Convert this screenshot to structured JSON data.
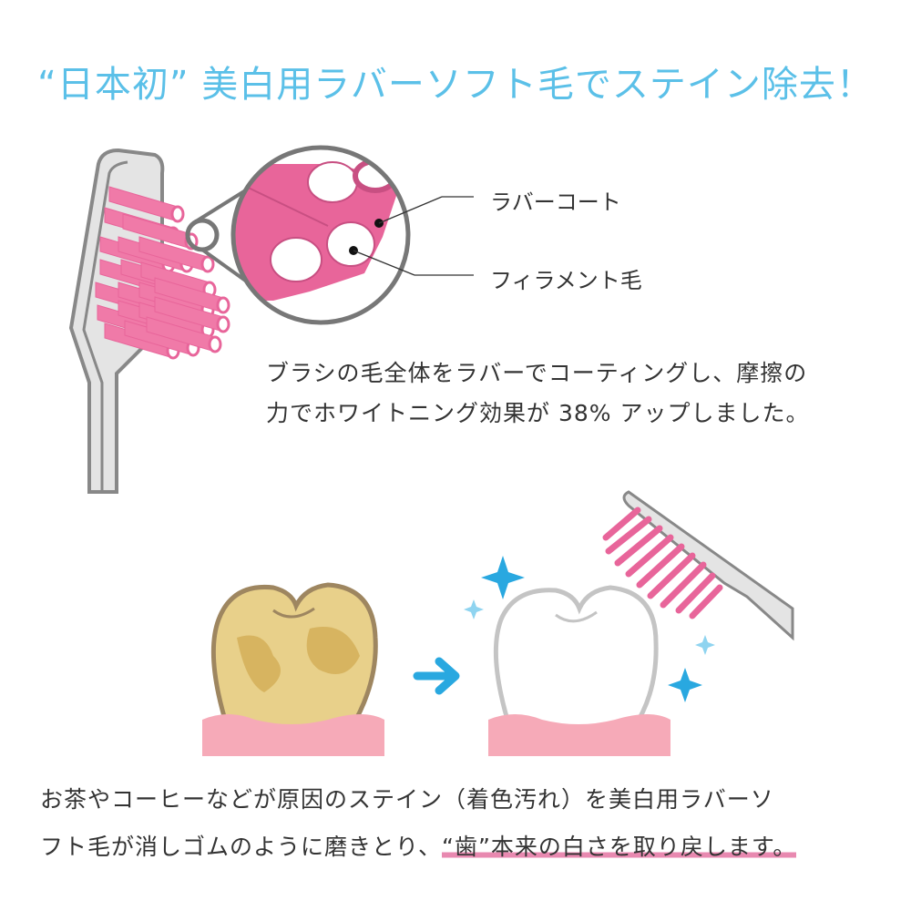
{
  "title": "“日本初” 美白用ラバーソフト毛でステイン除去！",
  "labels": {
    "rubber_coat": "ラバーコート",
    "filament": "フィラメント毛"
  },
  "description": {
    "line1": "ブラシの毛全体をラバーでコーティングし、摩擦の",
    "line2": "力でホワイトニング効果が 38% アップしました。"
  },
  "bottom_text": {
    "line1": "お茶やコーヒーなどが原因のステイン（着色汚れ）を美白用ラバーソ",
    "line2_plain": "フト毛が消しゴムのように磨きとり、",
    "line2_highlight": "“歯”本来の白さを取り戻します。"
  },
  "colors": {
    "accent_blue": "#5bc0e8",
    "bristle_pink": "#e8659a",
    "gum_pink": "#f6aab8",
    "stain_yellow": "#e2c77a"
  }
}
